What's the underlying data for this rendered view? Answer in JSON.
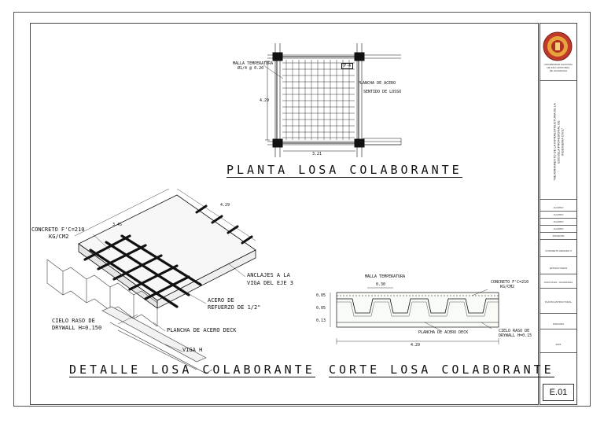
{
  "plan": {
    "title": "PLANTA LOSA COLABORANTE",
    "mesh_label": "MALLA TEMPERATURA",
    "mesh_spacing": "Ø1/4 @ 0.20",
    "height_dim": "4.29",
    "width_dim": "3.21",
    "box_label": "P-4",
    "sheet_label": "PLANCHA DE ACERO",
    "sheet_sub": "SENTIDO DE LOSSO"
  },
  "detail": {
    "title": "DETALLE LOSA COLABORANTE",
    "dim_top": "4.29",
    "dim_side": "3.45",
    "concrete_label": "CONCRETO F'C=210",
    "concrete_unit": "KG/CM2",
    "anchor_label_1": "ANCLAJES A LA",
    "anchor_label_2": "VIGA DEL EJE 3",
    "rebar_label_1": "ACERO DE",
    "rebar_label_2": "REFUERZO DE 1/2\"",
    "ceiling_label_1": "CIELO RASO DE",
    "ceiling_label_2": "DRYWALL H=0.150",
    "deck_label": "PLANCHA DE ACERO DECK",
    "beam_label": "VIGA H"
  },
  "section": {
    "title": "CORTE LOSA COLABORANTE",
    "mesh_label": "MALLA TEMPERATURA",
    "mesh_dim": "0.30",
    "concrete_label": "CONCRETO F'C=210",
    "concrete_unit": "KG/CM2",
    "deck_label": "PLANCHA DE ACERO DECK",
    "ceiling_label_1": "CIELO RASO DE",
    "ceiling_label_2": "DRYWALL H=0.15",
    "dim_1": "0.05",
    "dim_2": "0.05",
    "dim_3": "0.13",
    "total_width": "4.29"
  },
  "titleblock": {
    "university_1": "UNIVERSIDAD NACIONAL",
    "university_2": "DE SAN CRISTOBAL",
    "university_3": "DE HUAMANGA",
    "project_1": "\"MEJORAMIENTO DE LA INFRAESTRUCTURA DE LA",
    "project_2": "ESCUELA PROFESIONAL DE",
    "project_3": "INGENIERIA CIVIL\"",
    "rows": [
      "ALUMNO",
      "ALUMNO",
      "ALUMNO",
      "ALUMNO",
      "DOCENTE"
    ],
    "course": "CONCRETO ARMADO II",
    "content": "ESTRUCTURAS",
    "location": "AYACUCHO - HUAMANGA",
    "plan_name": "PLANTA ESTRUCTURAL",
    "scale": "INDICADA",
    "date": "2023",
    "sheet": "E.01"
  },
  "colors": {
    "line": "#111111",
    "hatch": "#888888",
    "seal_outer": "#c0392b",
    "seal_inner": "#e8a33a"
  }
}
